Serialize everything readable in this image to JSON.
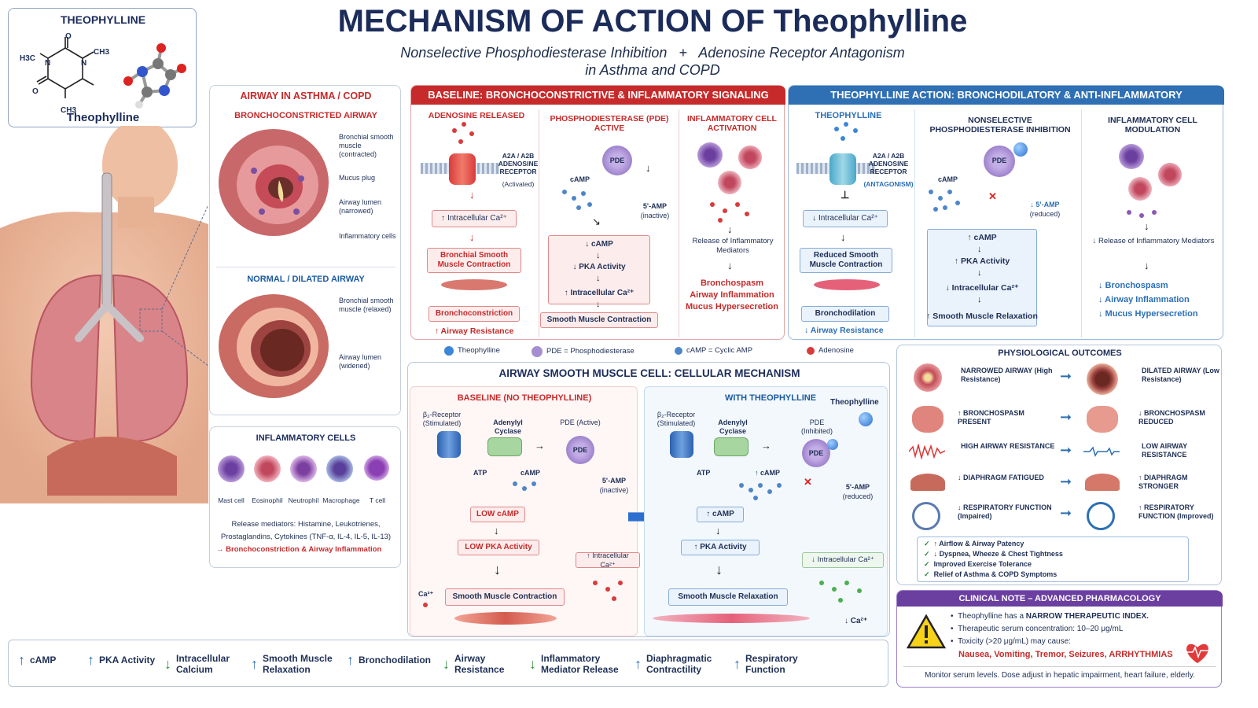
{
  "title": "MECHANISM OF ACTION OF Theophylline",
  "subtitle_line1": "Nonselective Phosphodiesterase Inhibition   +   Adenosine Receptor Antagonism",
  "subtitle_line2": "in Asthma and COPD",
  "structure": {
    "header": "THEOPHYLLINE",
    "label": "Theophylline",
    "atoms": {
      "ch3_left": "H3C",
      "ch3_right": "CH3",
      "ch3_bottom": "CH3",
      "n1": "N",
      "n2": "N",
      "o1": "O",
      "o2": "O"
    }
  },
  "airway": {
    "header": "AIRWAY IN ASTHMA / COPD",
    "constricted_title": "BRONCHOCONSTRICTED AIRWAY",
    "constricted_labels": [
      "Bronchial smooth muscle (contracted)",
      "Mucus plug",
      "Airway lumen (narrowed)",
      "Inflammatory cells"
    ],
    "normal_title": "NORMAL / DILATED AIRWAY",
    "normal_labels": [
      "Bronchial smooth muscle (relaxed)",
      "Airway lumen (widened)"
    ]
  },
  "inflammatory_cells": {
    "header": "INFLAMMATORY CELLS",
    "cells": [
      "Mast cell",
      "Eosinophil",
      "Neutrophil",
      "Macrophage",
      "T cell"
    ],
    "release_line1": "Release mediators: Histamine, Leukotrienes,",
    "release_line2": "Prostaglandins, Cytokines (TNF-α, IL-4, IL-5, IL-13)",
    "result": "→ Bronchoconstriction & Airway Inflammation"
  },
  "baseline": {
    "header": "BASELINE: BRONCHOCONSTRICTIVE & INFLAMMATORY SIGNALING",
    "col1": {
      "title": "ADENOSINE RELEASED",
      "receptor": "A2A / A2B ADENOSINE RECEPTOR",
      "receptor_state": "(Activated)",
      "box1": "↑ Intracellular Ca²⁺",
      "box2": "Bronchial Smooth Muscle Contraction",
      "box3": "Bronchoconstriction",
      "result": "↑ Airway Resistance"
    },
    "col2": {
      "title": "PHOSPHODIESTERASE (PDE) ACTIVE",
      "pde": "PDE",
      "camp": "cAMP",
      "amp": "5'-AMP",
      "amp_state": "(inactive)",
      "steps": [
        "↓ cAMP",
        "↓ PKA Activity",
        "↑ Intracellular Ca²⁺"
      ],
      "result_box": "Smooth Muscle Contraction"
    },
    "col3": {
      "title": "INFLAMMATORY CELL ACTIVATION",
      "release": "Release of Inflammatory Mediators",
      "results": [
        "Bronchospasm",
        "Airway Inflammation",
        "Mucus Hypersecretion"
      ]
    }
  },
  "action": {
    "header": "THEOPHYLLINE ACTION: BRONCHODILATORY & ANTI-INFLAMMATORY",
    "col1": {
      "title": "THEOPHYLLINE",
      "receptor": "A2A / A2B ADENOSINE RECEPTOR",
      "receptor_state": "(ANTAGONISM)",
      "box1": "↓ Intracellular Ca²⁺",
      "box2": "Reduced Smooth Muscle Contraction",
      "box3": "Bronchodilation",
      "result": "↓ Airway Resistance"
    },
    "col2": {
      "title": "NONSELECTIVE PHOSPHODIESTERASE INHIBITION",
      "pde": "PDE",
      "camp": "cAMP",
      "amp": "↓ 5'-AMP",
      "amp_state": "(reduced)",
      "steps": [
        "↑ cAMP",
        "↑ PKA Activity",
        "↓ Intracellular Ca²⁺",
        "↑ Smooth Muscle Relaxation"
      ]
    },
    "col3": {
      "title": "INFLAMMATORY CELL MODULATION",
      "release": "↓ Release of Inflammatory Mediators",
      "results": [
        "↓ Bronchospasm",
        "↓ Airway Inflammation",
        "↓ Mucus Hypersecretion"
      ]
    }
  },
  "legend": [
    {
      "label": "Theophylline",
      "color": "#3b86d6"
    },
    {
      "label": "PDE = Phosphodiesterase",
      "color": "#a58fd0"
    },
    {
      "label": "cAMP = Cyclic AMP",
      "color": "#4d86c9"
    },
    {
      "label": "Adenosine",
      "color": "#d93b3b"
    }
  ],
  "cellular": {
    "header": "AIRWAY SMOOTH MUSCLE CELL: CELLULAR MECHANISM",
    "baseline": {
      "title": "BASELINE (NO THEOPHYLLINE)",
      "receptor": "β₂-Receptor (Stimulated)",
      "ac": "Adenylyl Cyclase",
      "pde": "PDE",
      "pde_label": "PDE (Active)",
      "atp": "ATP",
      "camp": "cAMP",
      "amp": "5'-AMP",
      "amp_state": "(inactive)",
      "step1": "LOW cAMP",
      "step2": "LOW PKA Activity",
      "ca_box": "↑ Intracellular Ca²⁺",
      "ca": "Ca²⁺",
      "result": "Smooth Muscle Contraction"
    },
    "with": {
      "title": "WITH THEOPHYLLINE",
      "theo": "Theophylline",
      "receptor": "β₂-Receptor (Stimulated)",
      "ac": "Adenylyl Cyclase",
      "pde": "PDE",
      "pde_label": "PDE (Inhibited)",
      "atp": "ATP",
      "camp": "↑ cAMP",
      "amp": "5'-AMP",
      "amp_state": "(reduced)",
      "step1": "↑ cAMP",
      "step2": "↑ PKA Activity",
      "ca_box": "↓ Intracellular Ca²⁺",
      "ca": "↓ Ca²⁺",
      "result": "Smooth Muscle Relaxation"
    }
  },
  "outcomes": {
    "header": "PHYSIOLOGICAL OUTCOMES",
    "rows": [
      {
        "before": "NARROWED AIRWAY (High Resistance)",
        "after": "DILATED AIRWAY (Low Resistance)"
      },
      {
        "before": "↑ BRONCHOSPASM PRESENT",
        "after": "↓ BRONCHOSPASM REDUCED"
      },
      {
        "before": "HIGH AIRWAY RESISTANCE",
        "after": "LOW AIRWAY RESISTANCE"
      },
      {
        "before": "↓ DIAPHRAGM FATIGUED",
        "after": "↑ DIAPHRAGM STRONGER"
      },
      {
        "before": "↓ RESPIRATORY FUNCTION (Impaired)",
        "after": "↑ RESPIRATORY FUNCTION (Improved)"
      }
    ],
    "checks": [
      "↑ Airflow & Airway Patency",
      "↓ Dyspnea, Wheeze & Chest Tightness",
      "Improved Exercise Tolerance",
      "Relief of Asthma & COPD Symptoms"
    ]
  },
  "clinical": {
    "header": "CLINICAL NOTE – ADVANCED PHARMACOLOGY",
    "bullet1_pre": "Theophylline has a ",
    "bullet1_bold": "NARROW THERAPEUTIC INDEX.",
    "bullet2": "Therapeutic serum concentration: 10–20 μg/mL",
    "bullet3": "Toxicity (>20 μg/mL) may cause:",
    "toxicity": "Nausea, Vomiting, Tremor, Seizures, ARRHYTHMIAS",
    "footer": "Monitor serum levels. Dose adjust in hepatic impairment, heart failure, elderly."
  },
  "summary": [
    {
      "dir": "up",
      "text": "cAMP"
    },
    {
      "dir": "up",
      "text": "PKA Activity"
    },
    {
      "dir": "down",
      "text": "Intracellular Calcium"
    },
    {
      "dir": "up",
      "text": "Smooth Muscle Relaxation"
    },
    {
      "dir": "up",
      "text": "Bronchodilation"
    },
    {
      "dir": "down",
      "text": "Airway Resistance"
    },
    {
      "dir": "down",
      "text": "Inflammatory Mediator Release"
    },
    {
      "dir": "up",
      "text": "Diaphragmatic Contractility"
    },
    {
      "dir": "up",
      "text": "Respiratory Function"
    }
  ],
  "colors": {
    "navy": "#1c2c5a",
    "red": "#c62a2a",
    "blue": "#2f6fb3",
    "purple": "#6b3fa0",
    "green": "#2e8b3d"
  }
}
